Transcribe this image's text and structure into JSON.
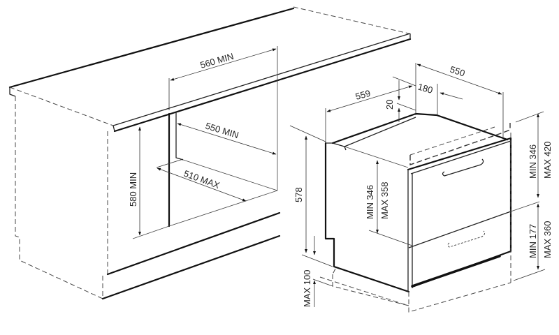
{
  "title": "Built-in warming drawer installation dimensions",
  "units": "mm",
  "cabinet": {
    "niche_width": "560 MIN",
    "niche_depth": "550 MIN",
    "floor_depth": "510 MAX",
    "niche_height": "580 MIN"
  },
  "appliance": {
    "overall_width": "559",
    "overall_depth": "550",
    "rear_offset": "180",
    "top_clearance": "20",
    "overall_height": "578",
    "upper_front_min": "MIN 346",
    "upper_front_max": "MAX 358",
    "panel_upper_min": "MIN 346",
    "panel_upper_max": "MAX 420",
    "panel_lower_min": "MIN 177",
    "panel_lower_max": "MAX 360",
    "plinth": "MAX 100"
  },
  "colors": {
    "line": "#111111",
    "background": "#ffffff"
  }
}
